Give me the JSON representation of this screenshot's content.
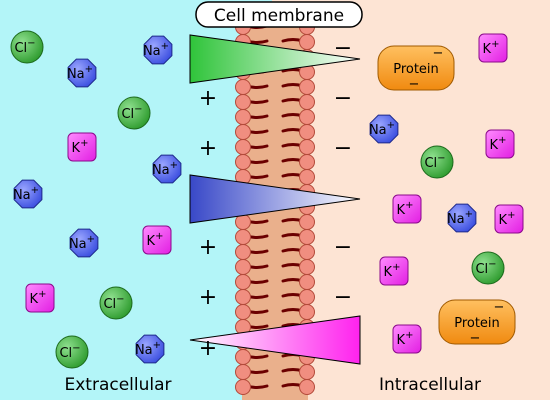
{
  "title": "Cell membrane",
  "regions": {
    "extracellular": "Extracellular",
    "intracellular": "Intracellular"
  },
  "colors": {
    "extracellular_bg": "#b3f5f8",
    "intracellular_bg": "#fde4d4",
    "membrane_head": "#f08e80",
    "membrane_band": "#eab08c",
    "membrane_tail": "#6b0000",
    "na": "#5a6cf0",
    "k": "#f03ef0",
    "cl": "#44b844",
    "protein": "#f79a1e",
    "gradient_green": "#2fc43a",
    "gradient_blue": "#3848c8",
    "gradient_magenta": "#ff22ee"
  },
  "ions": {
    "na": {
      "symbol": "Na",
      "charge": "+"
    },
    "k": {
      "symbol": "K",
      "charge": "+"
    },
    "cl": {
      "symbol": "Cl",
      "charge": "−"
    },
    "protein": {
      "symbol": "Protein",
      "charge": "−"
    }
  },
  "charges": {
    "outside": "+",
    "inside": "−"
  }
}
